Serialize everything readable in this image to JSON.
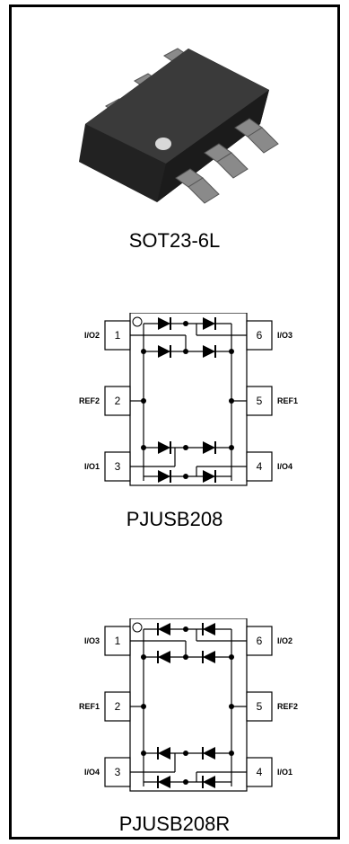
{
  "package": {
    "label": "SOT23-6L",
    "colors": {
      "body": "#2b2b2b",
      "lead": "#8a8a8a",
      "dot": "#d8d8d8"
    }
  },
  "diagrams": [
    {
      "title": "PJUSB208",
      "orientation": "forward",
      "pins": [
        {
          "num": "1",
          "name": "I/O2"
        },
        {
          "num": "2",
          "name": "REF2"
        },
        {
          "num": "3",
          "name": "I/O1"
        },
        {
          "num": "4",
          "name": "I/O4"
        },
        {
          "num": "5",
          "name": "REF1"
        },
        {
          "num": "6",
          "name": "I/O3"
        }
      ]
    },
    {
      "title": "PJUSB208R",
      "orientation": "reverse",
      "pins": [
        {
          "num": "1",
          "name": "I/O3"
        },
        {
          "num": "2",
          "name": "REF1"
        },
        {
          "num": "3",
          "name": "I/O4"
        },
        {
          "num": "4",
          "name": "I/O1"
        },
        {
          "num": "5",
          "name": "REF2"
        },
        {
          "num": "6",
          "name": "I/O2"
        }
      ]
    }
  ]
}
